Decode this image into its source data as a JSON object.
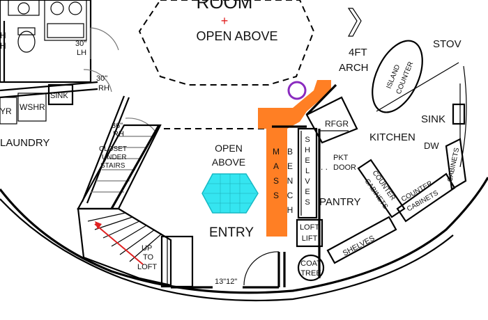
{
  "rooms": {
    "great_room": "ROOM",
    "open_above_top": "OPEN ABOVE",
    "entry": "ENTRY",
    "open_above_entry": [
      "OPEN",
      "ABOVE"
    ],
    "laundry": "LAUNDRY",
    "kitchen": "KITCHEN",
    "pantry": "PANTRY"
  },
  "fixtures": {
    "wshr": "WSHR",
    "dryer_fragment": "YR",
    "sink_laundry": "SINK",
    "rfgr": "RFGR",
    "sink_kitchen": "SINK",
    "dw": "DW",
    "stove_fragment": "STOV",
    "island_counter": [
      "ISLAND",
      "COUNTER"
    ],
    "loft_lift": [
      "LOFT",
      "LIFT"
    ],
    "coat_tree": [
      "COAT",
      "TREE"
    ],
    "mass_bench": [
      "M",
      "A",
      "S",
      "S"
    ],
    "bench": [
      "B",
      "E",
      "N",
      "C",
      "H"
    ],
    "shelves_vertical": [
      "S",
      "H",
      "E",
      "L",
      "V",
      "E",
      "S"
    ],
    "shelves_pantry": "SHELVES",
    "counter_cabinets_left": [
      "COUNTER",
      "CABINETS"
    ],
    "counter_cabinets_right": [
      "COUNTER",
      "CABINETS"
    ],
    "cabinets_edge": "CABINETS",
    "pkt_door": [
      "PKT",
      "DOOR"
    ],
    "pkt_dots": ". ."
  },
  "dimensions": {
    "door_30_lh": [
      "30\"",
      "LH"
    ],
    "door_30_rh": [
      "30\"",
      "RH"
    ],
    "door_36_rh": [
      "36\"",
      "RH"
    ],
    "arch_4ft": [
      "4FT",
      "ARCH"
    ],
    "closet": [
      "CLOSET",
      "UNDER",
      "STAIRS"
    ],
    "up_to_loft": [
      "UP",
      "TO",
      "LOFT"
    ],
    "bottom_dims": "13\"12\""
  },
  "markers": {
    "plus": "+",
    "left_fragment": "H"
  },
  "colors": {
    "bench_orange": "#ff7f24",
    "hex_cyan": "#35e5f0",
    "circle_purple": "#8a2bbf",
    "stair_arrow_red": "#e02020",
    "plus_red": "#e02020",
    "wall": "#000000"
  }
}
